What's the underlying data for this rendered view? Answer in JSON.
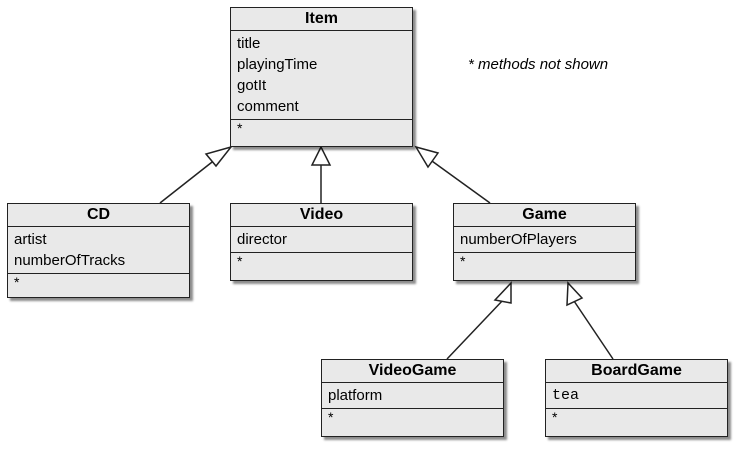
{
  "note": "* methods not shown",
  "classes": {
    "item": {
      "name": "Item",
      "attrs": [
        "title",
        "playingTime",
        "gotIt",
        "comment"
      ],
      "methods": "*"
    },
    "cd": {
      "name": "CD",
      "attrs": [
        "artist",
        "numberOfTracks"
      ],
      "methods": "*"
    },
    "video": {
      "name": "Video",
      "attrs": [
        "director"
      ],
      "methods": "*"
    },
    "game": {
      "name": "Game",
      "attrs": [
        "numberOfPlayers"
      ],
      "methods": "*"
    },
    "videogame": {
      "name": "VideoGame",
      "attrs": [
        "platform"
      ],
      "methods": "*"
    },
    "boardgame": {
      "name": "BoardGame",
      "attrs": [
        "tea"
      ],
      "methods": "*"
    }
  },
  "relations": [
    {
      "child": "CD",
      "parent": "Item",
      "type": "generalization"
    },
    {
      "child": "Video",
      "parent": "Item",
      "type": "generalization"
    },
    {
      "child": "Game",
      "parent": "Item",
      "type": "generalization"
    },
    {
      "child": "VideoGame",
      "parent": "Game",
      "type": "generalization"
    },
    {
      "child": "BoardGame",
      "parent": "Game",
      "type": "generalization"
    }
  ]
}
